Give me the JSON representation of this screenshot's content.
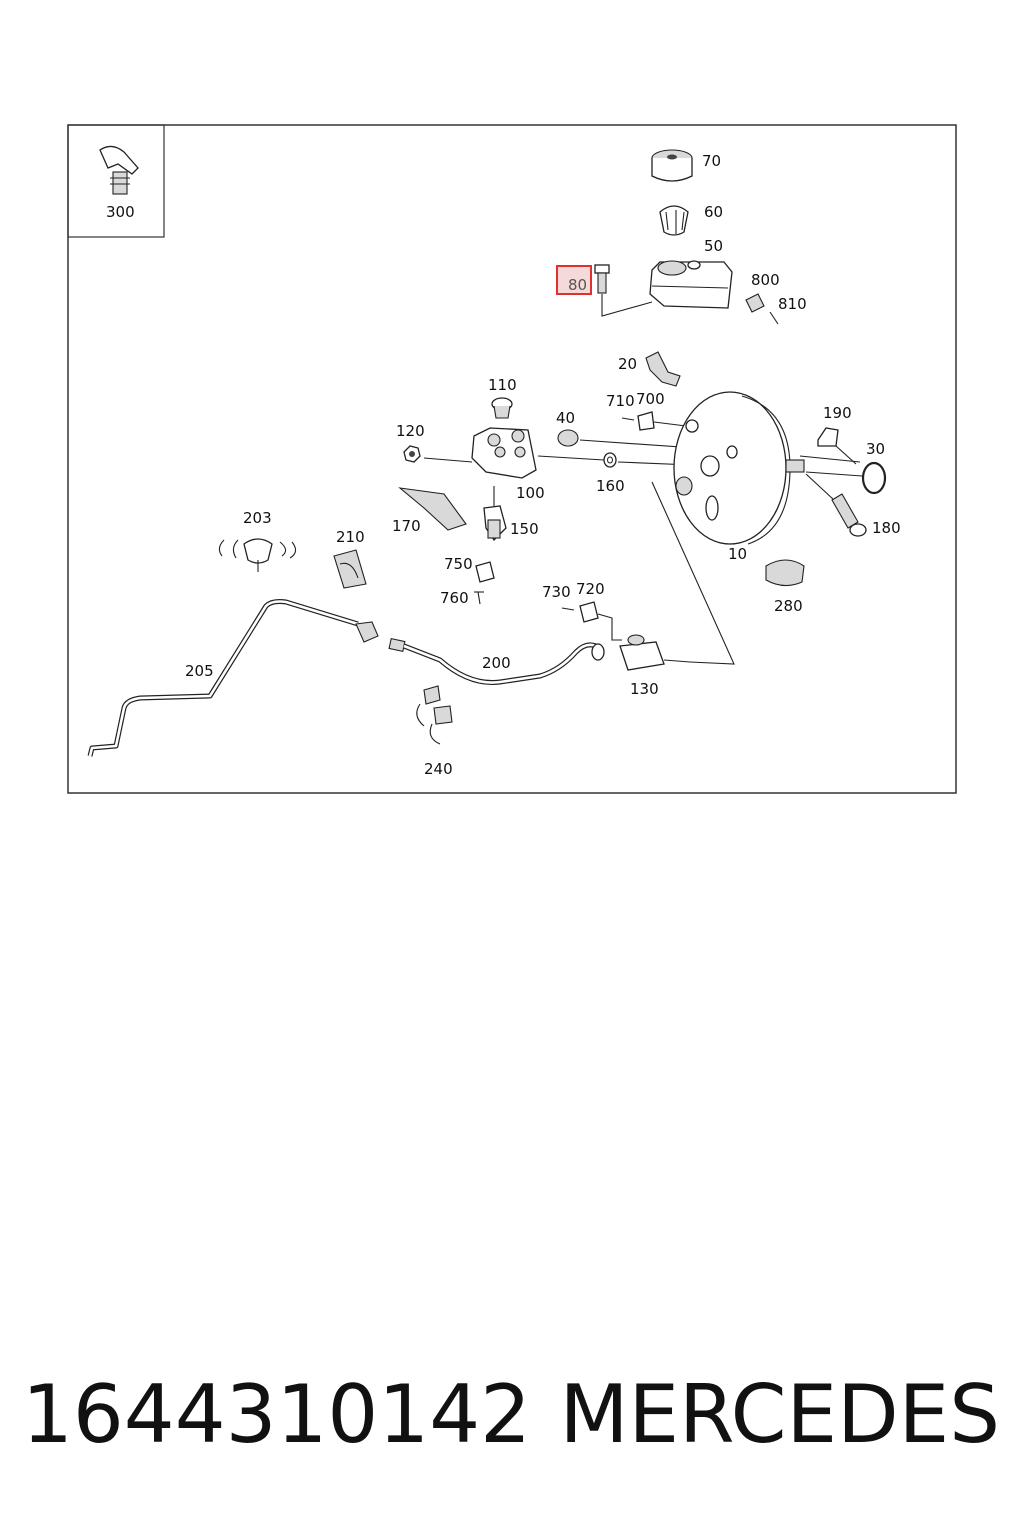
{
  "diagram": {
    "highlight_color": "#e0312f",
    "labels": {
      "p300": "300",
      "p70": "70",
      "p60": "60",
      "p50": "50",
      "p80": "80",
      "p800": "800",
      "p810": "810",
      "p20": "20",
      "p110": "110",
      "p710": "710",
      "p700": "700",
      "p190": "190",
      "p40": "40",
      "p120": "120",
      "p30": "30",
      "p160": "160",
      "p100": "100",
      "p170": "170",
      "p150": "150",
      "p180": "180",
      "p203": "203",
      "p210": "210",
      "p10": "10",
      "p750": "750",
      "p280": "280",
      "p760": "760",
      "p730": "730",
      "p720": "720",
      "p205": "205",
      "p200": "200",
      "p130": "130",
      "p240": "240"
    }
  },
  "footer": {
    "part_number": "1644310142",
    "brand": "MERCEDES"
  }
}
